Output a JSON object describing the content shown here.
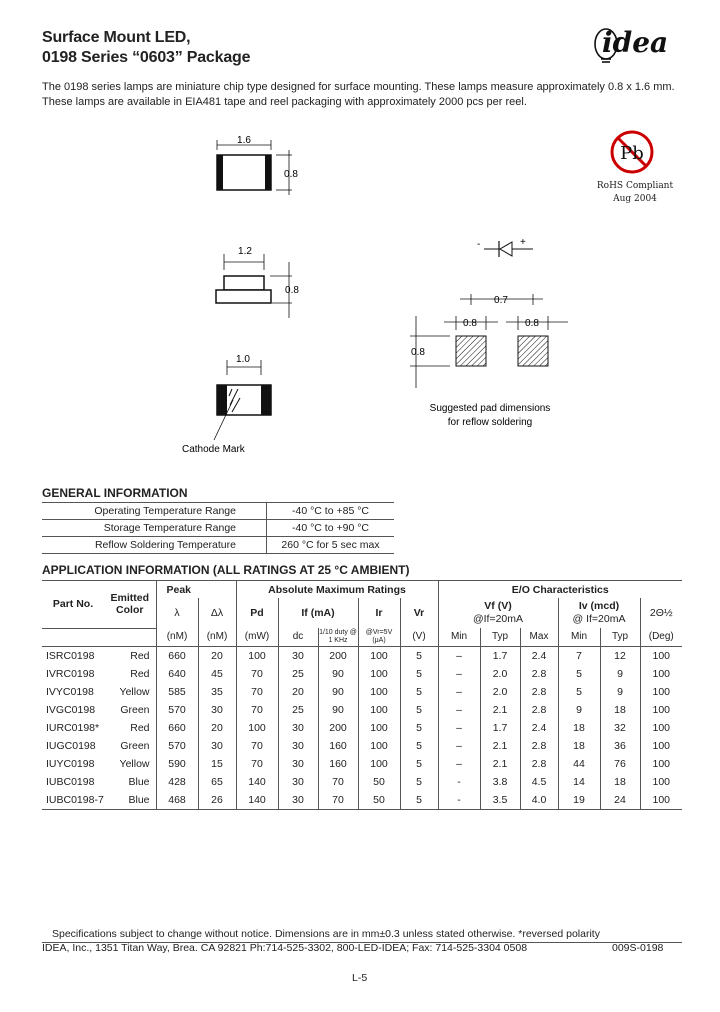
{
  "header": {
    "title_line1": "Surface Mount LED,",
    "title_line2": "0198 Series “0603” Package",
    "logo": "idea"
  },
  "intro": {
    "line1": "The 0198 series lamps are miniature chip type designed for surface mounting.  These lamps measure approximately 0.8 x 1.6 mm.",
    "line2": "These lamps are available in EIA481 tape and reel packaging with approximately 2000 pcs per reel."
  },
  "rohs": {
    "badge": "Pb",
    "line1": "RoHS Compliant",
    "line2": "Aug 2004"
  },
  "drawing": {
    "top_width": "1.6",
    "top_height": "0.8",
    "side_width": "1.2",
    "side_height": "0.8",
    "bottom_width": "1.0",
    "cathode_label": "Cathode Mark",
    "pad_pitch": "0.7",
    "pad_w1": "0.8",
    "pad_w2": "0.8",
    "pad_h": "0.8",
    "pad_caption1": "Suggested pad dimensions",
    "pad_caption2": "for reflow soldering",
    "diode_minus": "-",
    "diode_plus": "+"
  },
  "general": {
    "heading": "GENERAL INFORMATION",
    "rows": [
      {
        "label": "Operating Temperature Range",
        "value": "-40 °C to +85 °C"
      },
      {
        "label": "Storage Temperature Range",
        "value": "-40 °C to +90 °C"
      },
      {
        "label": "Reflow Soldering Temperature",
        "value": "260 °C for 5 sec max"
      }
    ]
  },
  "application": {
    "heading": "APPLICATION INFORMATION (ALL RATINGS AT 25 °C AMBIENT)",
    "h_peak": "Peak",
    "h_abs": "Absolute Maximum Ratings",
    "h_eo": "E/O Characteristics",
    "h_part": "Part No.",
    "h_color": "Emitted Color",
    "h_lambda": "λ",
    "h_dlambda": "Δλ",
    "h_pd": "Pd",
    "h_if": "If (mA)",
    "h_ir": "Ir",
    "h_vr": "Vr",
    "h_vf": "Vf (V)",
    "h_vf_cond": "@If=20mA",
    "h_iv": "Iv (mcd)",
    "h_iv_cond": "@ If=20mA",
    "h_theta": "2Θ½",
    "u_lambda": "(nM)",
    "u_dlambda": "(nM)",
    "u_pd": "(mW)",
    "u_dc": "dc",
    "u_duty": "1/10 duty @ 1 KHz",
    "u_ir": "@Vr=5V (μA)",
    "u_vr": "(V)",
    "u_min": "Min",
    "u_typ": "Typ",
    "u_max": "Max",
    "u_min2": "Min",
    "u_typ2": "Typ",
    "u_deg": "(Deg)",
    "rows": [
      [
        "ISRC0198",
        "Red",
        "660",
        "20",
        "100",
        "30",
        "200",
        "100",
        "5",
        "–",
        "1.7",
        "2.4",
        "7",
        "12",
        "100"
      ],
      [
        "IVRC0198",
        "Red",
        "640",
        "45",
        "70",
        "25",
        "90",
        "100",
        "5",
        "–",
        "2.0",
        "2.8",
        "5",
        "9",
        "100"
      ],
      [
        "IVYC0198",
        "Yellow",
        "585",
        "35",
        "70",
        "20",
        "90",
        "100",
        "5",
        "–",
        "2.0",
        "2.8",
        "5",
        "9",
        "100"
      ],
      [
        "IVGC0198",
        "Green",
        "570",
        "30",
        "70",
        "25",
        "90",
        "100",
        "5",
        "–",
        "2.1",
        "2.8",
        "9",
        "18",
        "100"
      ],
      [
        "IURC0198*",
        "Red",
        "660",
        "20",
        "100",
        "30",
        "200",
        "100",
        "5",
        "–",
        "1.7",
        "2.4",
        "18",
        "32",
        "100"
      ],
      [
        "IUGC0198",
        "Green",
        "570",
        "30",
        "70",
        "30",
        "160",
        "100",
        "5",
        "–",
        "2.1",
        "2.8",
        "18",
        "36",
        "100"
      ],
      [
        "IUYC0198",
        "Yellow",
        "590",
        "15",
        "70",
        "30",
        "160",
        "100",
        "5",
        "–",
        "2.1",
        "2.8",
        "44",
        "76",
        "100"
      ],
      [
        "IUBC0198",
        "Blue",
        "428",
        "65",
        "140",
        "30",
        "70",
        "50",
        "5",
        "-",
        "3.8",
        "4.5",
        "14",
        "18",
        "100"
      ],
      [
        "IUBC0198-7",
        "Blue",
        "468",
        "26",
        "140",
        "30",
        "70",
        "50",
        "5",
        "-",
        "3.5",
        "4.0",
        "19",
        "24",
        "100"
      ]
    ]
  },
  "footer": {
    "note": "Specifications subject to change without notice. Dimensions are in mm±0.3 unless stated otherwise. *reversed polarity",
    "address": "IDEA, Inc., 1351 Titan Way, Brea. CA 92821 Ph:714-525-3302, 800-LED-IDEA; Fax: 714-525-3304  0508",
    "code": "009S-0198",
    "page": "L-5"
  }
}
